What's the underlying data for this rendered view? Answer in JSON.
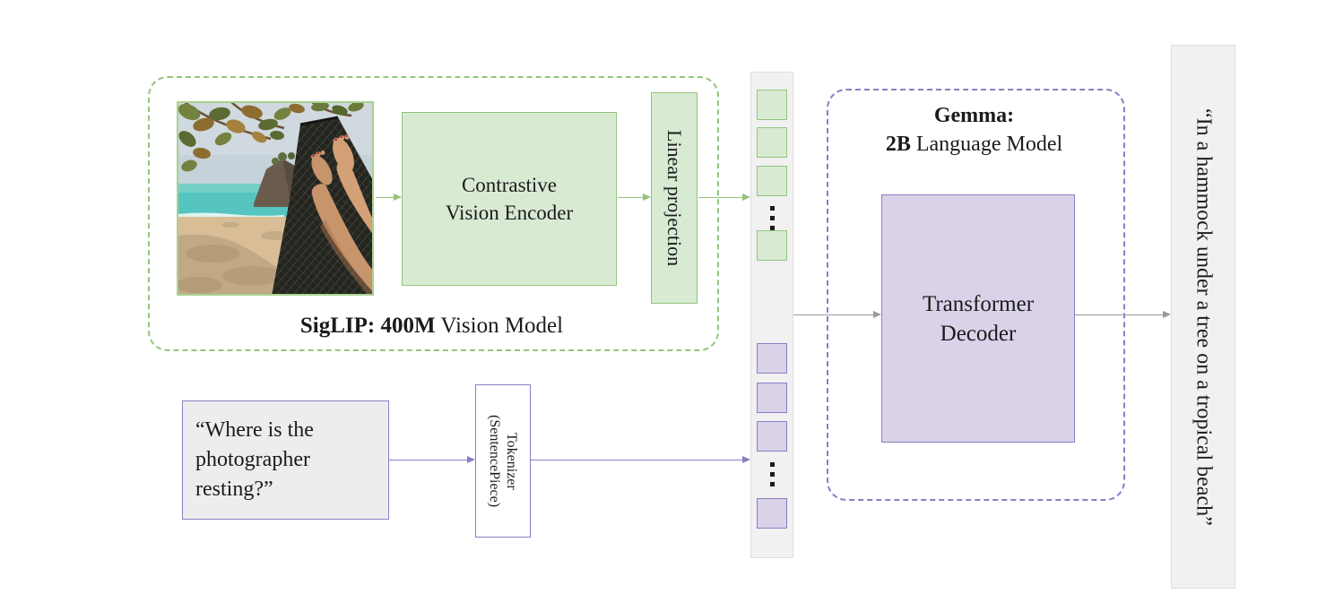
{
  "diagram_title": "PaliGemma-style vision-language model architecture",
  "vision_module": {
    "container_label_bold": "SigLIP: 400M",
    "container_label_regular": " Vision Model",
    "encoder_label": "Contrastive\nVision Encoder",
    "projection_label": "Linear projection",
    "input_image_name": "beach-hammock-photo"
  },
  "language_module": {
    "title_line1_bold": "Gemma:",
    "title_line2_bold": "2B",
    "title_line2_regular": " Language Model",
    "decoder_label": "Transformer\nDecoder"
  },
  "text_input": {
    "question": "“Where is the\nphotographer\nresting?”",
    "tokenizer_line1": "Tokenizer",
    "tokenizer_line2": "(SentencePiece)"
  },
  "output": {
    "caption": "“In a hammock under a tree on a tropical beach”"
  },
  "tokens": {
    "image_tokens_shown": 4,
    "text_tokens_shown": 4,
    "ellipsis_between": "⋮"
  },
  "colors": {
    "green_fill": "#d9ead3",
    "green_stroke": "#93c47d",
    "purple_fill": "#d9d2e9",
    "purple_stroke": "#8e7cc3",
    "arrow_gray": "#9a9a9a",
    "bar_fill": "#f1f1f2",
    "question_box_fill": "#ededed"
  }
}
